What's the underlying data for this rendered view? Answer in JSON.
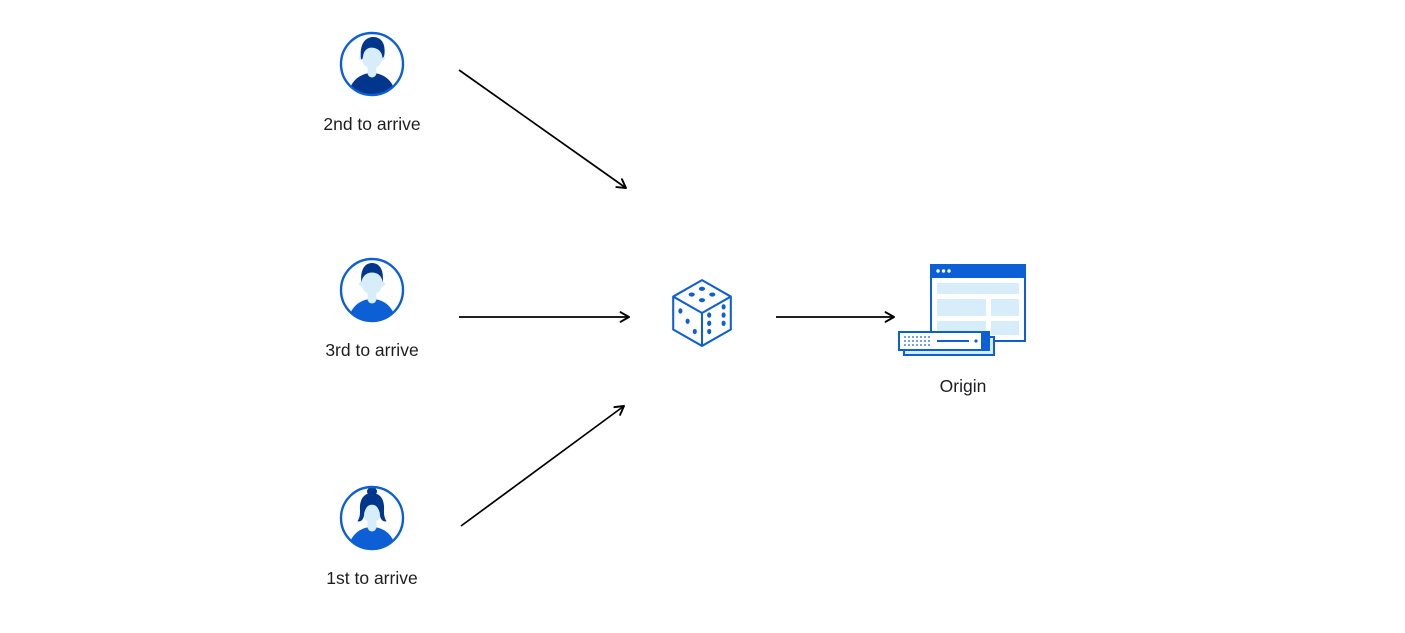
{
  "diagram": {
    "description": "Three visitors arrive in different order; a random selector (dice) forwards requests to an origin server",
    "nodes": [
      {
        "id": "visitor-second",
        "label": "2nd to arrive",
        "icon": "user-avatar-icon"
      },
      {
        "id": "visitor-third",
        "label": "3rd to arrive",
        "icon": "user-avatar-icon"
      },
      {
        "id": "visitor-first",
        "label": "1st to arrive",
        "icon": "user-avatar-icon"
      }
    ],
    "balancer": {
      "id": "random-selector",
      "icon": "dice-icon"
    },
    "origin": {
      "id": "origin",
      "label": "Origin",
      "icon": "origin-server-icon"
    },
    "edges": [
      {
        "from": "visitor-second",
        "to": "random-selector"
      },
      {
        "from": "visitor-third",
        "to": "random-selector"
      },
      {
        "from": "visitor-first",
        "to": "random-selector"
      },
      {
        "from": "random-selector",
        "to": "origin"
      }
    ]
  },
  "colors": {
    "blue": "#0d5fd6",
    "dark_blue": "#00368c",
    "light_blue": "#d8edfa",
    "arrow": "#000000",
    "text": "#1d1d1f",
    "background": "#ffffff"
  }
}
